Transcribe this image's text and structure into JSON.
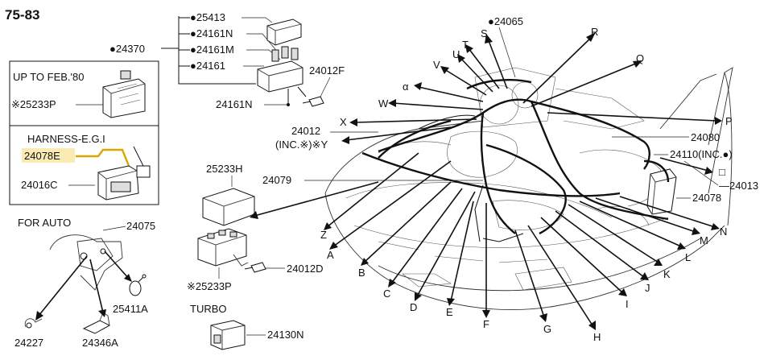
{
  "page_code": "75-83",
  "insets": {
    "up_to": {
      "heading": "UP TO FEB.'80",
      "part": "※25233P"
    },
    "harness_egi": {
      "heading": "HARNESS-E.G.I",
      "highlighted_part": "24078E",
      "part": "24016C"
    },
    "for_auto": {
      "heading": "FOR AUTO",
      "parts": [
        "24075",
        "25411A",
        "24227",
        "24346A"
      ]
    },
    "turbo": {
      "heading": "TURBO",
      "part": "24130N"
    }
  },
  "relay_block": {
    "group_part": "●24370",
    "stack": [
      "●25413",
      "●24161N",
      "●24161M",
      "●24161"
    ],
    "screw": "24012F",
    "bottom": "24161N"
  },
  "relay_box": {
    "top": "25233H",
    "screw": "24012D",
    "bottom": "※25233P"
  },
  "main_parts": {
    "p24065": "●24065",
    "p24012": "24012",
    "p24012_note": "(INC.※)※Y",
    "p24079": "24079",
    "p24080": "24080",
    "p24110": "24110(INC.●)",
    "p24013_mark": "□",
    "p24013": "—24013",
    "p24078": "24078"
  },
  "letters": {
    "R": "R",
    "Q": "Q",
    "P": "P",
    "S": "S",
    "T": "T",
    "U": "U",
    "V": "V",
    "alpha": "α",
    "W": "W",
    "X": "X",
    "Z": "Z",
    "A": "A",
    "B": "B",
    "C": "C",
    "D": "D",
    "E": "E",
    "F": "F",
    "G": "G",
    "H": "H",
    "I": "I",
    "J": "J",
    "K": "K",
    "L": "L",
    "M": "M",
    "N": "N"
  }
}
